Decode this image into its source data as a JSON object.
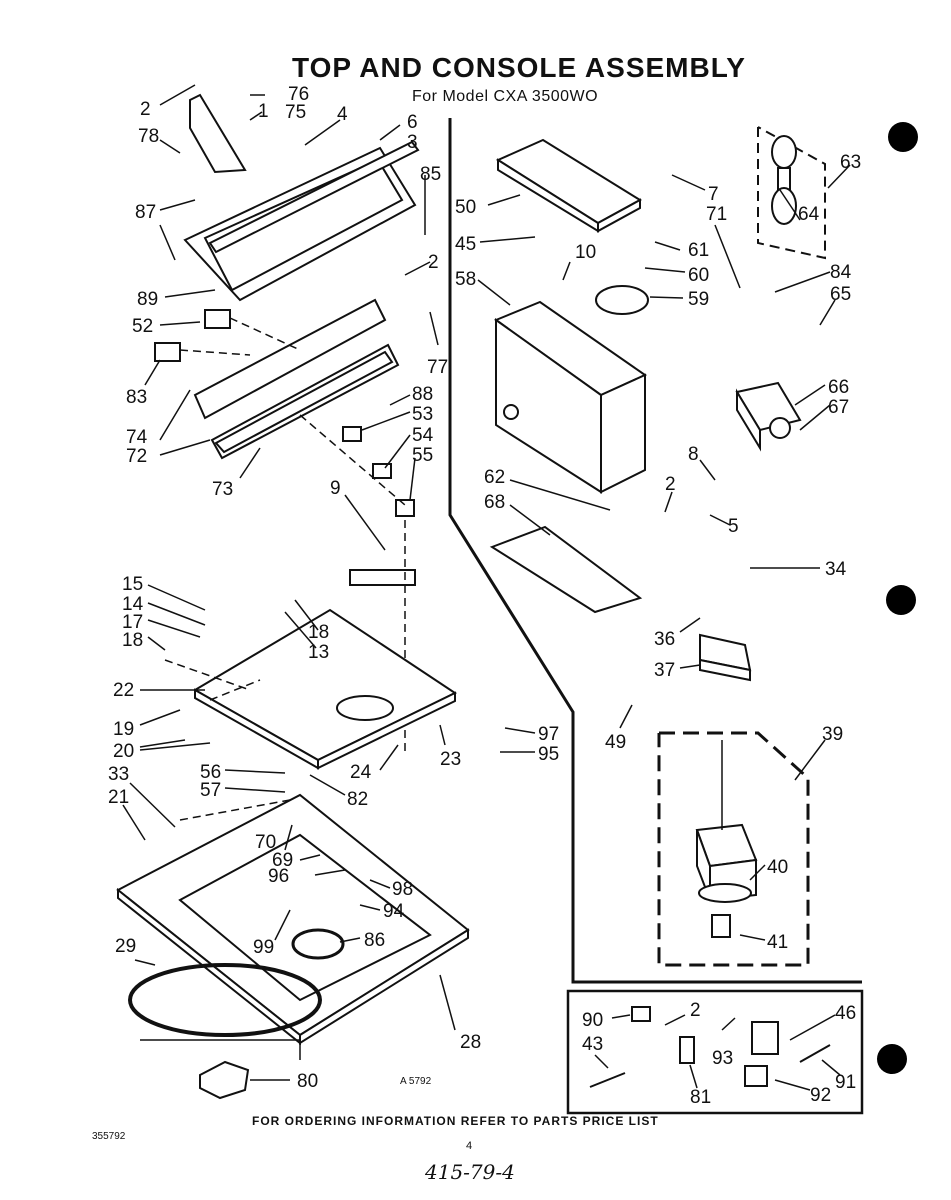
{
  "header": {
    "title": "TOP AND CONSOLE ASSEMBLY",
    "subtitle": "For Model  CXA 3500WO"
  },
  "footer": {
    "ordering_note": "FOR ORDERING INFORMATION REFER TO PARTS PRICE LIST",
    "document_number": "355792",
    "page_number": "4",
    "handwritten_note": "415-79-4",
    "figure_ref": "A 5792"
  },
  "callouts": [
    "2",
    "76",
    "75",
    "1",
    "78",
    "4",
    "6",
    "3",
    "85",
    "87",
    "2",
    "89",
    "52",
    "83",
    "74",
    "72",
    "73",
    "77",
    "88",
    "53",
    "54",
    "55",
    "9",
    "50",
    "45",
    "10",
    "61",
    "60",
    "59",
    "58",
    "7",
    "71",
    "63",
    "64",
    "84",
    "65",
    "66",
    "67",
    "8",
    "2",
    "5",
    "62",
    "68",
    "34",
    "36",
    "37",
    "49",
    "39",
    "40",
    "41",
    "15",
    "14",
    "17",
    "18",
    "18",
    "13",
    "22",
    "19",
    "20",
    "97",
    "95",
    "23",
    "24",
    "33",
    "56",
    "57",
    "82",
    "21",
    "70",
    "69",
    "96",
    "98",
    "94",
    "99",
    "86",
    "29",
    "28",
    "80",
    "90",
    "2",
    "46",
    "43",
    "93",
    "81",
    "92",
    "91"
  ]
}
